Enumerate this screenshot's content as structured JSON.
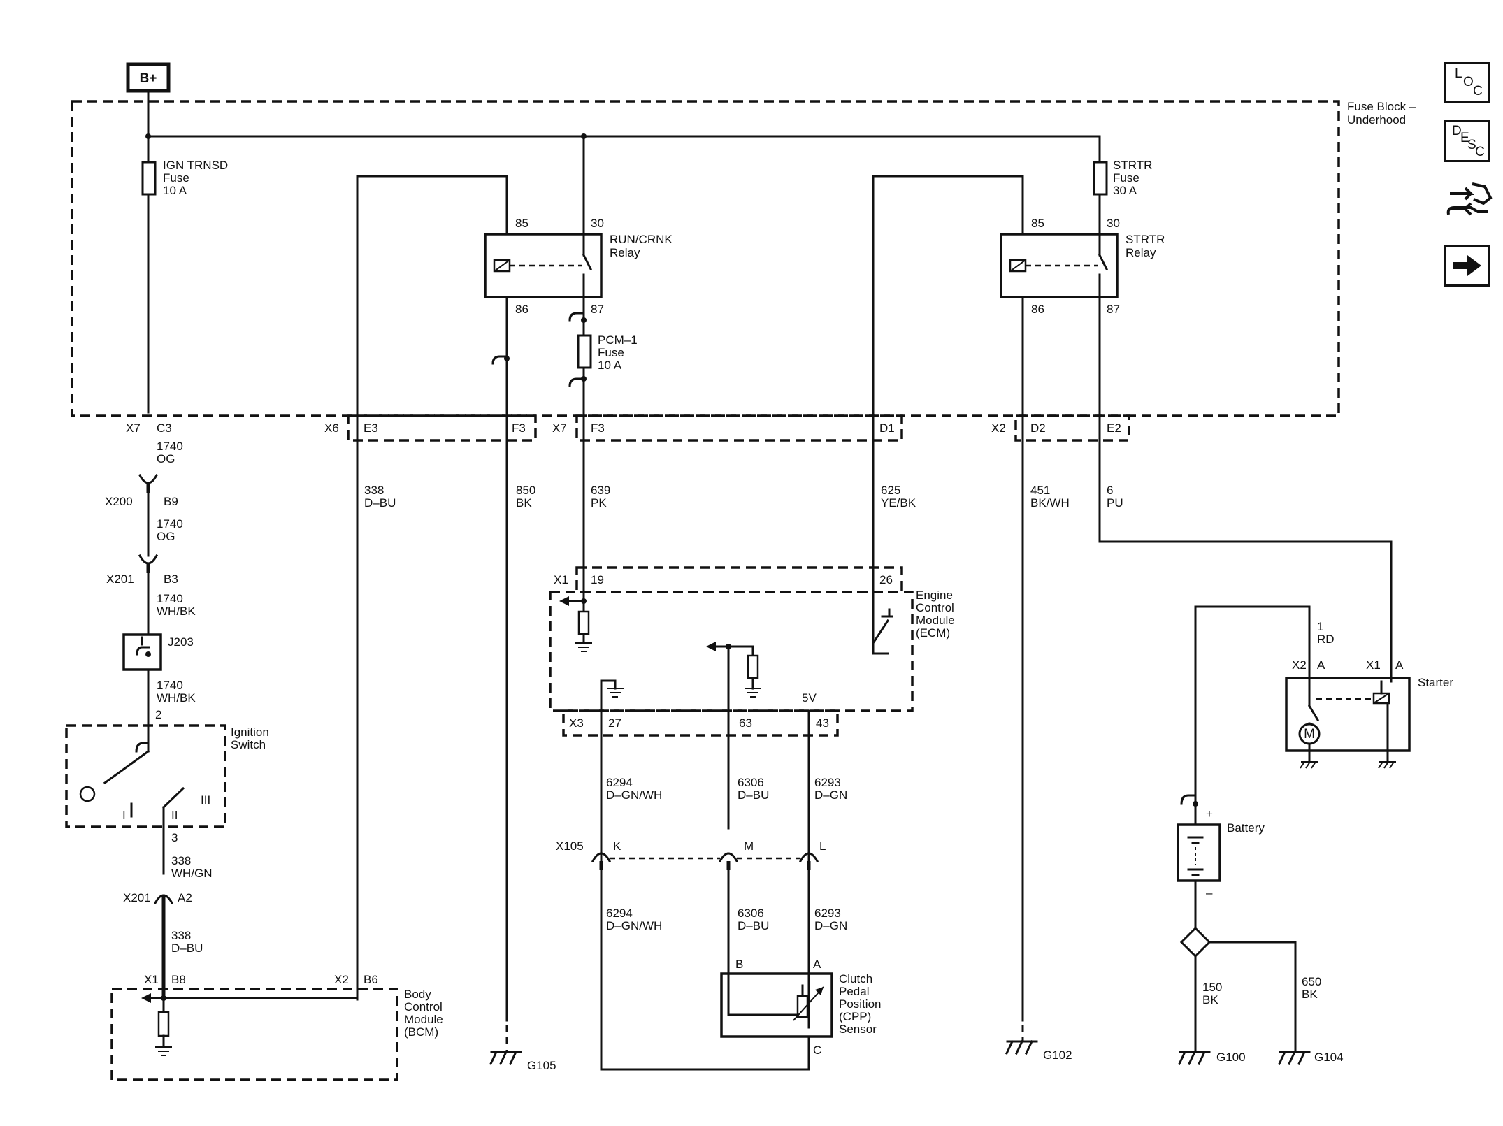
{
  "power_source": "B+",
  "fuse_block": {
    "title_line1": "Fuse Block –",
    "title_line2": "Underhood"
  },
  "fuses": {
    "ign_trnsd": {
      "name": "IGN TRNSD",
      "type": "Fuse",
      "rating": "10 A"
    },
    "strtr": {
      "name": "STRTR",
      "type": "Fuse",
      "rating": "30 A"
    },
    "pcm1": {
      "name": "PCM–1",
      "type": "Fuse",
      "rating": "10 A"
    }
  },
  "relays": {
    "run_crnk": {
      "name": "RUN/CRNK",
      "type": "Relay",
      "pins": {
        "p85": "85",
        "p30": "30",
        "p86": "86",
        "p87": "87"
      }
    },
    "strtr": {
      "name": "STRTR",
      "type": "Relay",
      "pins": {
        "p85": "85",
        "p30": "30",
        "p86": "86",
        "p87": "87"
      }
    }
  },
  "connectors": {
    "x7a": "X7",
    "c3": "C3",
    "x6": "X6",
    "e3": "E3",
    "f3a": "F3",
    "x7b": "X7",
    "f3b": "F3",
    "d1": "D1",
    "x2": "X2",
    "d2": "D2",
    "e2": "E2",
    "x200": "X200",
    "b9": "B9",
    "x201a": "X201",
    "b3": "B3",
    "x201b": "X201",
    "a2": "A2",
    "x1bcm": "X1",
    "b8": "B8",
    "x2bcm": "X2",
    "b6": "B6",
    "x1ecm": "X1",
    "p19": "19",
    "p26": "26",
    "x3": "X3",
    "p27": "27",
    "p63": "63",
    "p43": "43",
    "v5": "5V",
    "x105": "X105",
    "k": "K",
    "m": "M",
    "l": "L",
    "cpp_b": "B",
    "cpp_a": "A",
    "cpp_c": "C",
    "st_x2": "X2",
    "st_a1": "A",
    "st_x1": "X1",
    "st_a2": "A",
    "ign_pin2": "2",
    "ign_pin3": "3",
    "batt_plus": "+",
    "batt_minus": "–"
  },
  "wires": {
    "w1740_og_a": {
      "num": "1740",
      "color": "OG"
    },
    "w1740_og_b": {
      "num": "1740",
      "color": "OG"
    },
    "w1740_whbk_a": {
      "num": "1740",
      "color": "WH/BK"
    },
    "w1740_whbk_b": {
      "num": "1740",
      "color": "WH/BK"
    },
    "w338_whgn": {
      "num": "338",
      "color": "WH/GN"
    },
    "w338_dbu_a": {
      "num": "338",
      "color": "D–BU"
    },
    "w338_dbu_b": {
      "num": "338",
      "color": "D–BU"
    },
    "w850": {
      "num": "850",
      "color": "BK"
    },
    "w639": {
      "num": "639",
      "color": "PK"
    },
    "w625": {
      "num": "625",
      "color": "YE/BK"
    },
    "w451": {
      "num": "451",
      "color": "BK/WH"
    },
    "w6": {
      "num": "6",
      "color": "PU"
    },
    "w1rd": {
      "num": "1",
      "color": "RD"
    },
    "w6294a": {
      "num": "6294",
      "color": "D–GN/WH"
    },
    "w6306a": {
      "num": "6306",
      "color": "D–BU"
    },
    "w6293a": {
      "num": "6293",
      "color": "D–GN"
    },
    "w6294b": {
      "num": "6294",
      "color": "D–GN/WH"
    },
    "w6306b": {
      "num": "6306",
      "color": "D–BU"
    },
    "w6293b": {
      "num": "6293",
      "color": "D–GN"
    },
    "w150": {
      "num": "150",
      "color": "BK"
    },
    "w650": {
      "num": "650",
      "color": "BK"
    }
  },
  "splice": "J203",
  "ignition_switch": {
    "line1": "Ignition",
    "line2": "Switch",
    "pos1": "I",
    "pos2": "II",
    "pos3": "III"
  },
  "bcm": {
    "line1": "Body",
    "line2": "Control",
    "line3": "Module",
    "line4": "(BCM)"
  },
  "ecm": {
    "line1": "Engine",
    "line2": "Control",
    "line3": "Module",
    "line4": "(ECM)"
  },
  "cpp": {
    "line1": "Clutch",
    "line2": "Pedal",
    "line3": "Position",
    "line4": "(CPP)",
    "line5": "Sensor"
  },
  "starter": {
    "label": "Starter",
    "motor": "M"
  },
  "battery": {
    "label": "Battery"
  },
  "grounds": {
    "g105": "G105",
    "g102": "G102",
    "g100": "G100",
    "g104": "G104"
  },
  "side_buttons": [
    {
      "name": "loc-button",
      "icon": "loc-icon",
      "text": [
        "L",
        "O",
        "C"
      ]
    },
    {
      "name": "desc-button",
      "icon": "desc-icon",
      "text": [
        "D",
        "E",
        "S",
        "C"
      ]
    },
    {
      "name": "connector-button",
      "icon": "connector-wrench-icon"
    },
    {
      "name": "next-button",
      "icon": "arrow-right-icon"
    }
  ]
}
